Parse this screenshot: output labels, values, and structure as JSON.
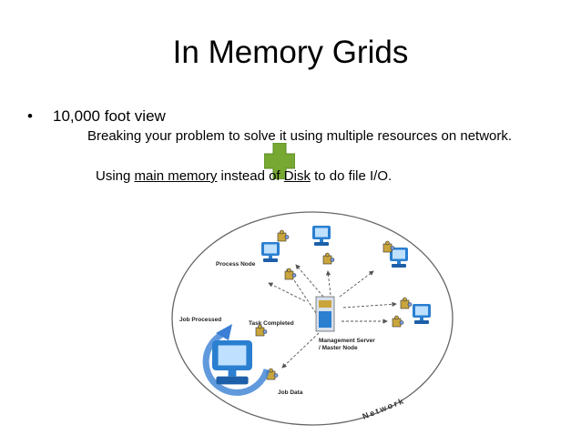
{
  "slide": {
    "title": "In Memory Grids",
    "bullet": "10,000 foot view",
    "line1": "Breaking your problem to solve it using multiple resources on network.",
    "line2_prefix": "Using ",
    "line2_link1": "main memory",
    "line2_mid": " instead of ",
    "line2_link2": "Disk",
    "line2_suffix": " to do file I/O."
  },
  "diagram": {
    "process_node": "Process Node",
    "job_processed": "Job Processed",
    "task_completed": "Task Completed",
    "management_server_1": "Management Server",
    "management_server_2": "/ Master Node",
    "job_data": "Job Data",
    "network": "Network"
  },
  "colors": {
    "plus_green": "#77a832",
    "computer_blue": "#2a7fd0",
    "arrow_blue": "#3a7fd5"
  },
  "icons": [
    "green-plus-shape",
    "computer-icon",
    "puzzle-icon",
    "server-icon",
    "cycle-arrow-icon"
  ]
}
